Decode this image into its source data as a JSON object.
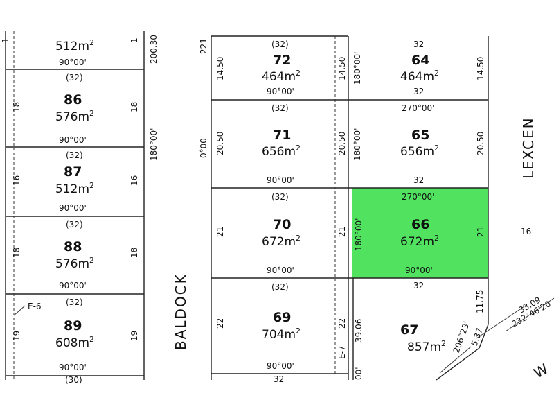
{
  "lots": [
    {
      "id": "lot-top-left",
      "number": "",
      "area": "512m",
      "ang_bottom": "90°00'",
      "front": "1",
      "back": "1"
    },
    {
      "id": "lot-86",
      "number": "86",
      "area": "576m",
      "top": "(32)",
      "ang_bottom": "90°00'",
      "front": "18",
      "back": "18"
    },
    {
      "id": "lot-87",
      "number": "87",
      "area": "512m",
      "top": "(32)",
      "ang_bottom": "90°00'",
      "front": "16",
      "back": "16"
    },
    {
      "id": "lot-88",
      "number": "88",
      "area": "576m",
      "top": "(32)",
      "ang_bottom": "90°00'",
      "front": "18",
      "back": "18"
    },
    {
      "id": "lot-89",
      "number": "89",
      "area": "608m",
      "top": "(32)",
      "ang_bottom": "90°00'",
      "front": "19",
      "back": "19"
    },
    {
      "id": "lot-72",
      "number": "72",
      "area": "464m",
      "top": "(32)",
      "ang_bottom": "90°00'",
      "front": "14.50",
      "back": "14.50"
    },
    {
      "id": "lot-71",
      "number": "71",
      "area": "656m",
      "top": "(32)",
      "ang_bottom": "90°00'",
      "front": "20.50",
      "back": "20.50"
    },
    {
      "id": "lot-70",
      "number": "70",
      "area": "672m",
      "top": "(32)",
      "ang_bottom": "90°00'",
      "front": "21",
      "back": "21"
    },
    {
      "id": "lot-69",
      "number": "69",
      "area": "704m",
      "top": "(32)",
      "ang_bottom": "90°00'",
      "front": "22",
      "back": "22"
    },
    {
      "id": "lot-64",
      "number": "64",
      "area": "464m",
      "top": "32",
      "bottom": "32",
      "back": "14.50"
    },
    {
      "id": "lot-65",
      "number": "65",
      "area": "656m",
      "top": "270°00'",
      "bottom": "32",
      "back": "20.50"
    },
    {
      "id": "lot-66",
      "number": "66",
      "area": "672m",
      "top": "270°00'",
      "ang_bottom": "90°00'",
      "back": "21",
      "front_ang": "180°00'"
    },
    {
      "id": "lot-67",
      "number": "67",
      "area": "857m",
      "top": "32",
      "front": "39.06",
      "side": "11.75"
    }
  ],
  "labels": {
    "sup": "2",
    "bearing_180": "180°00'",
    "bearing_0": "0°00'",
    "num_221": "221",
    "num_20030": "200.30",
    "num_16": "16",
    "easement_e6": "E-6",
    "easement_e7": "E-7",
    "bearing_206": "206°23'",
    "dist_537": "5.37",
    "dist_3309": "33.09",
    "bearing_232": "232°46'20",
    "bottom_32": "32",
    "bottom_30": "(30)",
    "partial_00": "00'",
    "partial_w": "W"
  },
  "streets": {
    "baldock": "BALDOCK",
    "lexcen": "LEXCEN"
  },
  "colors": {
    "highlight": "#3ee04f",
    "line": "#222222"
  }
}
